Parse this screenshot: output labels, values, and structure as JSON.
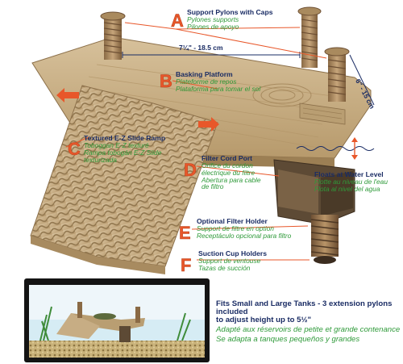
{
  "labels": {
    "a": {
      "letter": "A",
      "en": "Support Pylons with Caps",
      "fr": "Pylones supports",
      "es": "Pilones de apoyo"
    },
    "b": {
      "letter": "B",
      "en": "Basking Platform",
      "fr": "Plateforme de repos",
      "es": "Plataforma para tomar el sol"
    },
    "c": {
      "letter": "C",
      "en": "Textured E-Z Slide Ramp",
      "fr": "Toboggan E-Z texturé",
      "es": "Rampa tobogán E-Z Slide texturizada"
    },
    "d": {
      "letter": "D",
      "en": "Filter Cord Port",
      "fr1": "Orifice du cordon",
      "fr2": "électrique du filtre",
      "es1": "Abertura para cable",
      "es2": "de filtro"
    },
    "e": {
      "letter": "E",
      "en": "Optional Filter Holder",
      "fr": "Support de filtre en option",
      "es": "Receptáculo opcional para filtro"
    },
    "f": {
      "letter": "F",
      "en": "Suction Cup Holders",
      "fr": "Support de ventouse",
      "es": "Tazas de succión"
    }
  },
  "floats": {
    "en": "Floats at Water Level",
    "fr": "Flotte au niveau de l'eau",
    "es": "Flota al nivel del agua"
  },
  "dimensions": {
    "width": "7¼\" - 18.5 cm",
    "depth": "6\" - 15 cm"
  },
  "bottom": {
    "en1": "Fits Small and Large Tanks - 3 extension pylons included",
    "en2": "to adjust height up to 5½\"",
    "fr": "Adapté aux réservoirs de petite et grande contenance",
    "es": "Se adapta a tanques pequeños y grandes"
  },
  "colors": {
    "letter": "#e8572a",
    "english": "#1a2c64",
    "translation": "#2f9a3a",
    "plastic": "#c7ad84"
  }
}
